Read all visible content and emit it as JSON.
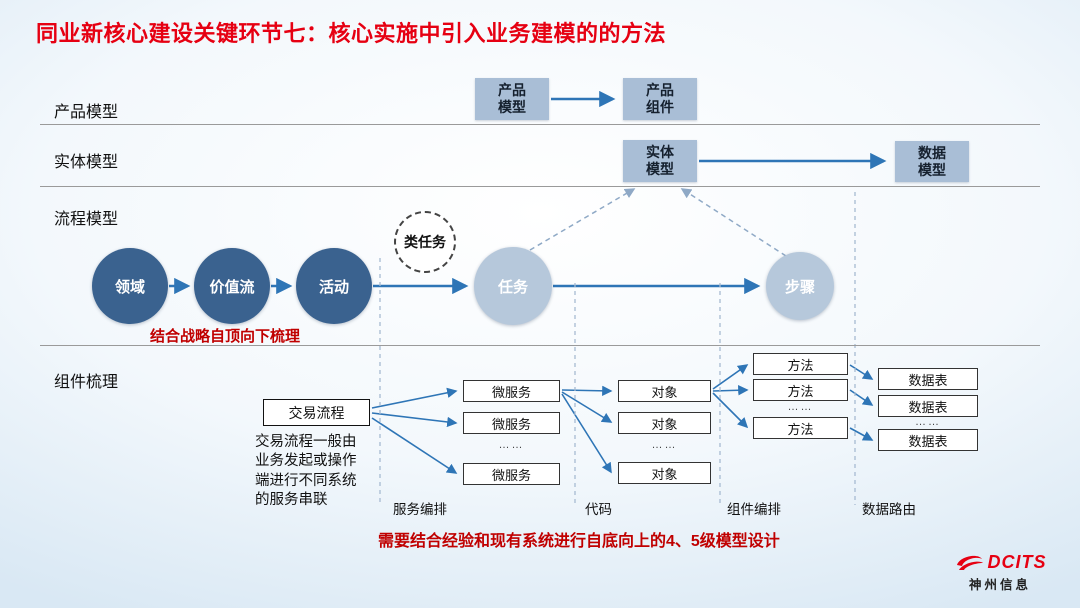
{
  "title": "同业新核心建设关键环节七：核心实施中引入业务建模的的方法",
  "row_labels": {
    "product": "产品模型",
    "entity": "实体模型",
    "process": "流程模型",
    "component": "组件梳理"
  },
  "product_row": {
    "product_model": "产品\n模型",
    "product_component": "产品\n组件"
  },
  "entity_row": {
    "entity_model": "实体\n模型",
    "data_model": "数据\n模型"
  },
  "process_row": {
    "domain": "领域",
    "value_stream": "价值流",
    "activity": "活动",
    "task_class": "类任务",
    "task": "任务",
    "step": "步骤",
    "note": "结合战略自顶向下梳理"
  },
  "component_row": {
    "transaction_flow": "交易流程",
    "transaction_note": "交易流程一般由\n业务发起或操作\n端进行不同系统\n的服务串联",
    "microservice": "微服务",
    "object": "对象",
    "method": "方法",
    "data_table": "数据表",
    "ellipsis": "……",
    "sections": [
      "服务编排",
      "代码",
      "组件编排",
      "数据路由"
    ]
  },
  "bottom_note": "需要结合经验和现有系统进行自底向上的4、5级模型设计",
  "logo": {
    "brand": "DCITS",
    "company": "神州信息"
  },
  "colors": {
    "title_red": "#e60012",
    "note_red": "#c00000",
    "box_fill": "#a9bed6",
    "dark_circle": "#3a628f",
    "light_circle": "#b6c8db",
    "arrow_blue": "#2e75b6",
    "dash_blue": "#8fa9c6",
    "divider_gray": "#9a9a9a"
  }
}
